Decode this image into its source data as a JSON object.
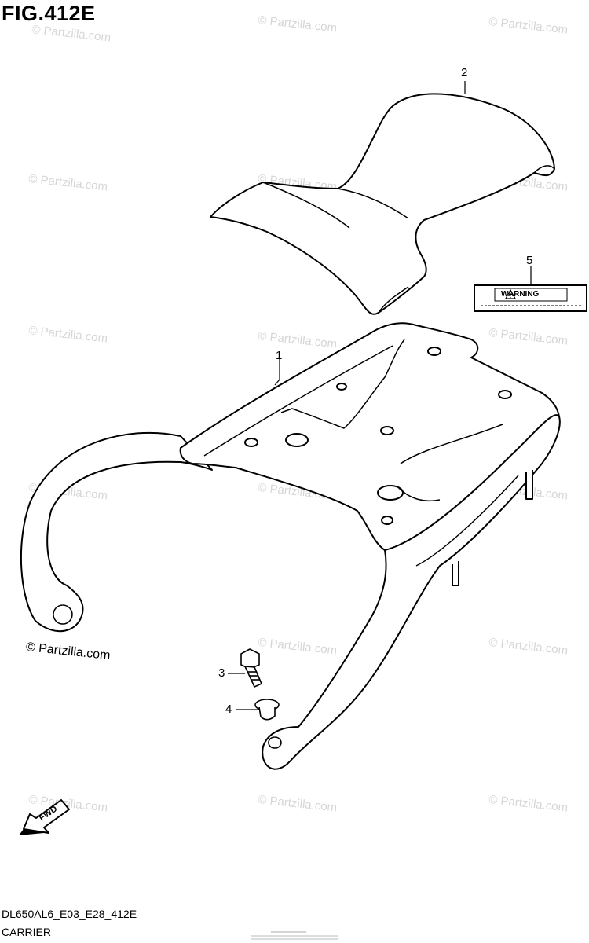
{
  "figure": {
    "title": "FIG.412E",
    "code": "DL650AL6_E03_E28_412E",
    "name": "CARRIER"
  },
  "callouts": [
    "1",
    "2",
    "3",
    "4",
    "5"
  ],
  "label_part": {
    "text": "WARNING"
  },
  "fwd_arrow": {
    "text": "FWD"
  },
  "copyright": "© Partzilla.com",
  "watermark": "© Partzilla.com"
}
